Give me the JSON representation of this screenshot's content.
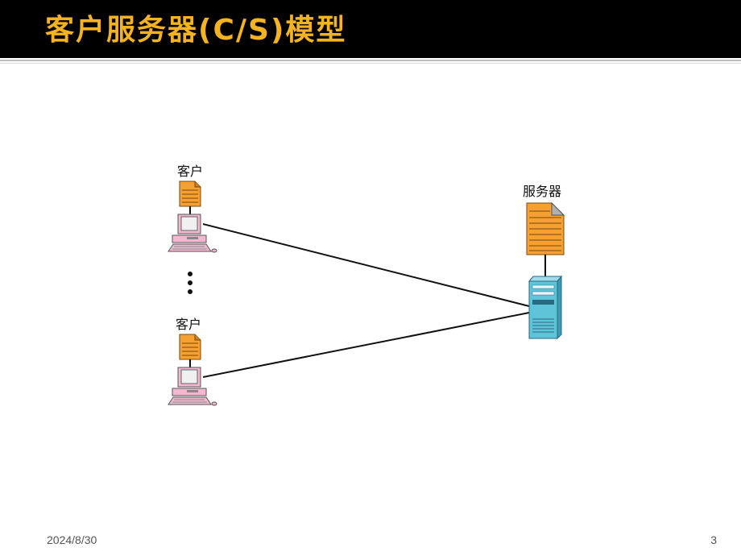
{
  "slide": {
    "title": "客户服务器(C/S)模型",
    "date": "2024/8/30",
    "page_number": "3"
  },
  "diagram": {
    "client_top_label": "客户",
    "client_bottom_label": "客户",
    "server_label": "服务器",
    "ellipsis": "⋮",
    "icons": [
      "document-icon",
      "pc-icon",
      "server-tower-icon"
    ]
  },
  "colors": {
    "title_bar": "#000000",
    "title_text": "#f5b320",
    "doc_orange": "#f5a030",
    "pc_pink": "#f3b8d0",
    "server_teal": "#5fc4d8"
  }
}
